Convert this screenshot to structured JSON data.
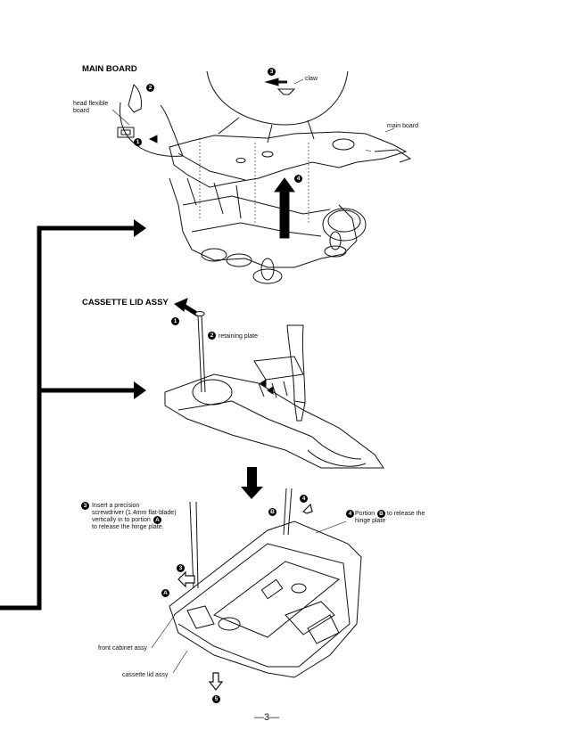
{
  "sections": {
    "main_board": "MAIN BOARD",
    "cassette_lid": "CASSETTE LID ASSY"
  },
  "labels": {
    "claw": "claw",
    "head_flexible_board_1": "head flexible",
    "head_flexible_board_2": "board",
    "main_board": "main board",
    "retaining_plate": "retaining plate",
    "insert_1": "Insert a precision",
    "insert_2": "screwdriver (1.4mm flat-blade)",
    "insert_3": "vertically in to portion",
    "insert_4": "to release the hinge plate.",
    "portion_b_1": "Portion",
    "portion_b_2": "to release the",
    "portion_b_3": "hinge plate",
    "front_cabinet": "front cabinet assy",
    "cassette_lid_assy": "cassette lid assy"
  },
  "steps": {
    "s1": "1",
    "s2": "2",
    "s3": "3",
    "s4": "4",
    "s5": "5",
    "portion_a": "A",
    "portion_b": "B"
  },
  "page_number": "—3—"
}
